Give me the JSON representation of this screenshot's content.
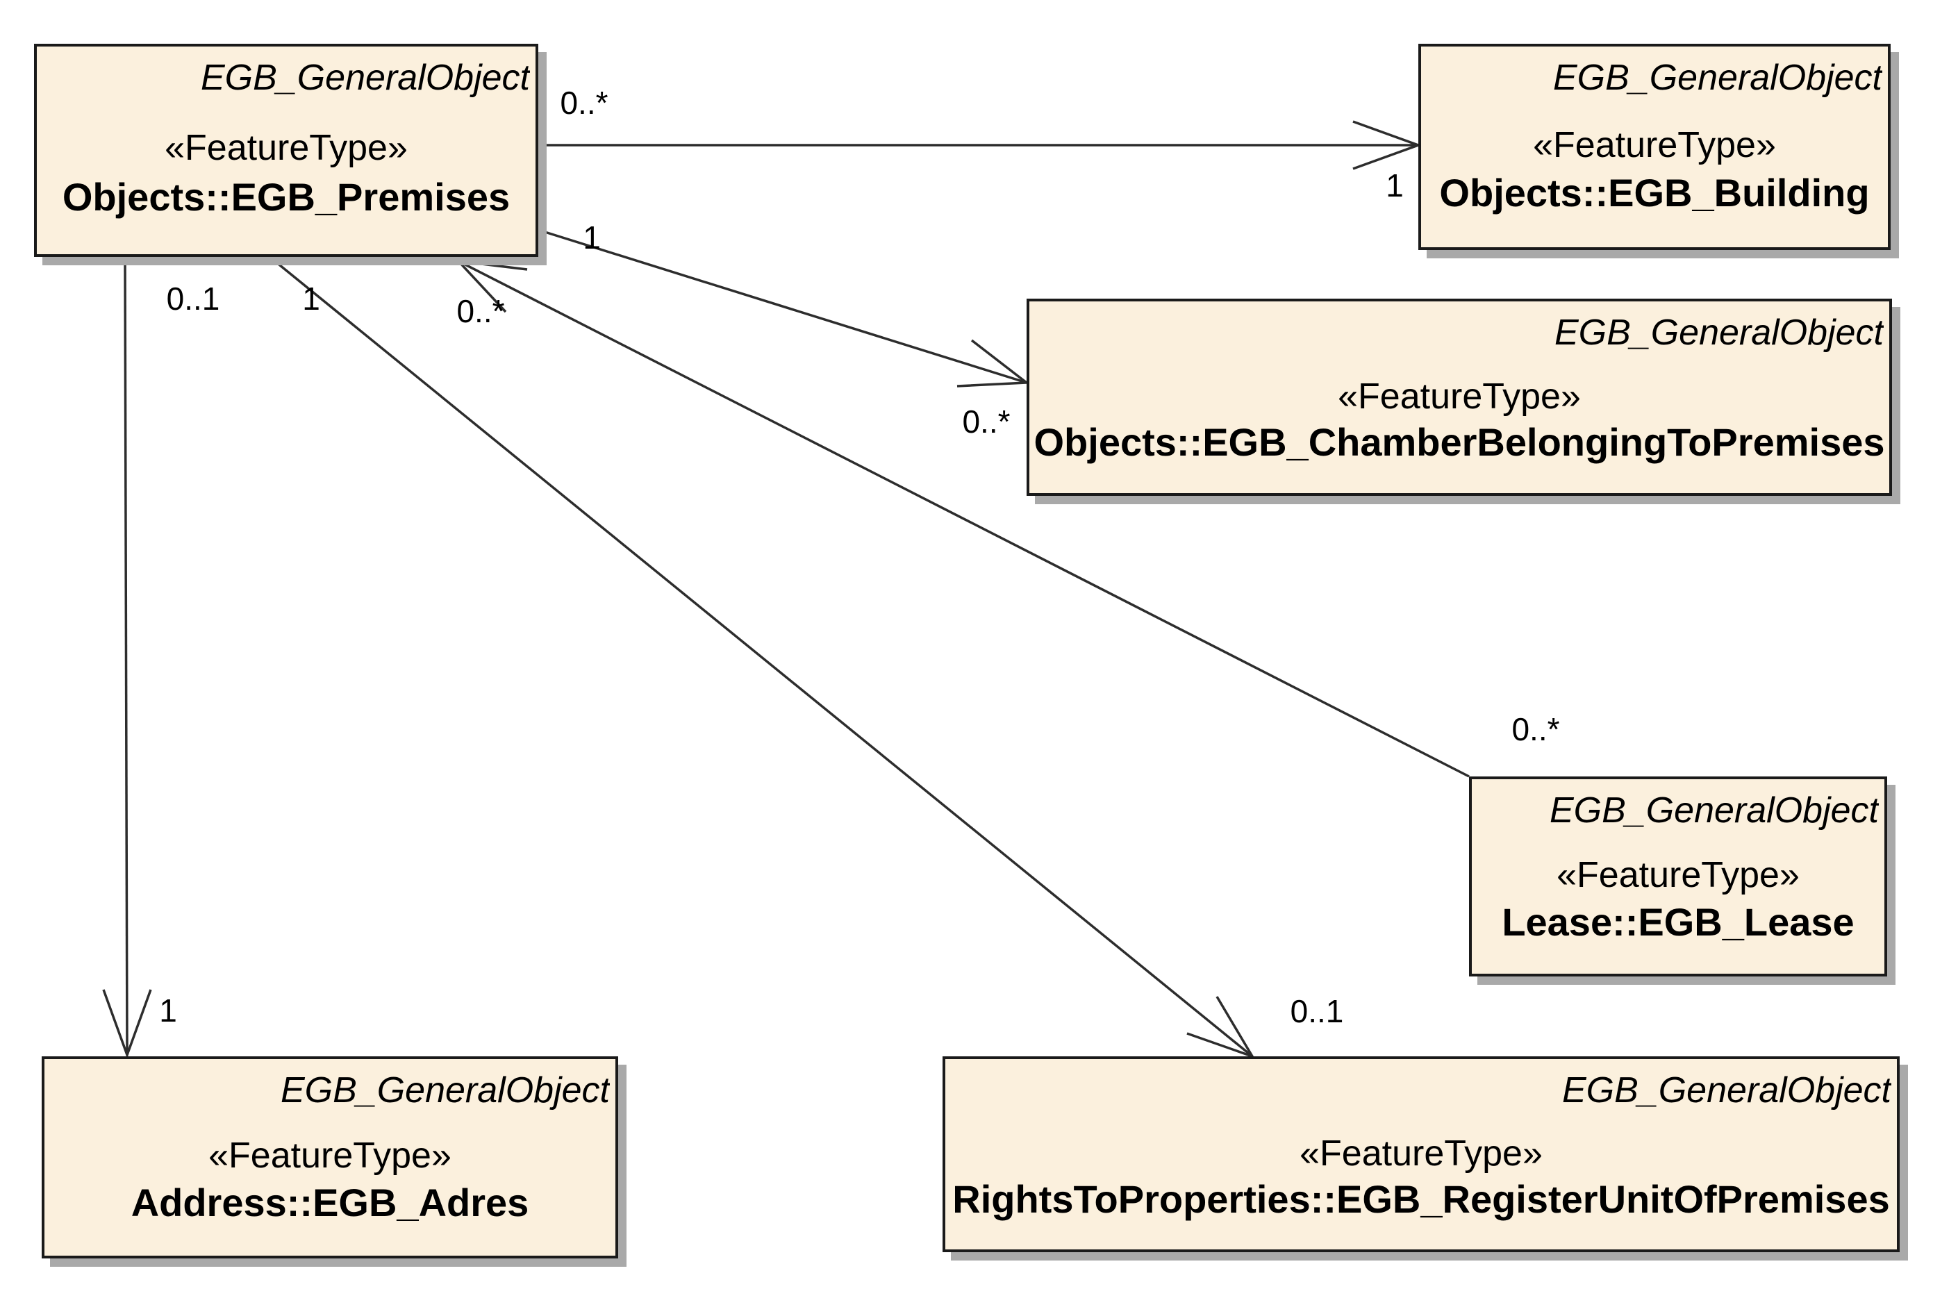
{
  "classes": [
    {
      "parent": "EGB_GeneralObject",
      "stereotype": "«FeatureType»",
      "name": "Objects::EGB_Premises"
    },
    {
      "parent": "EGB_GeneralObject",
      "stereotype": "«FeatureType»",
      "name": "Objects::EGB_Building"
    },
    {
      "parent": "EGB_GeneralObject",
      "stereotype": "«FeatureType»",
      "name": "Objects::EGB_ChamberBelongingToPremises"
    },
    {
      "parent": "EGB_GeneralObject",
      "stereotype": "«FeatureType»",
      "name": "Lease::EGB_Lease"
    },
    {
      "parent": "EGB_GeneralObject",
      "stereotype": "«FeatureType»",
      "name": "Address::EGB_Adres"
    },
    {
      "parent": "EGB_GeneralObject",
      "stereotype": "«FeatureType»",
      "name": "RightsToProperties::EGB_RegisterUnitOfPremises"
    }
  ],
  "associations": [
    {
      "from": "Objects::EGB_Premises",
      "to": "Objects::EGB_Building",
      "from_multiplicity": "0..*",
      "to_multiplicity": "1",
      "arrow_at": "target"
    },
    {
      "from": "Objects::EGB_Premises",
      "to": "Objects::EGB_ChamberBelongingToPremises",
      "from_multiplicity": "1",
      "to_multiplicity": "0..*",
      "arrow_at": "target"
    },
    {
      "from": "Objects::EGB_Premises",
      "to": "Lease::EGB_Lease",
      "from_multiplicity": "0..*",
      "to_multiplicity": "0..*",
      "arrow_at": "source"
    },
    {
      "from": "Objects::EGB_Premises",
      "to": "RightsToProperties::EGB_RegisterUnitOfPremises",
      "from_multiplicity": "1",
      "to_multiplicity": "0..1",
      "arrow_at": "target"
    },
    {
      "from": "Objects::EGB_Premises",
      "to": "Address::EGB_Adres",
      "from_multiplicity": "0..1",
      "to_multiplicity": "1",
      "arrow_at": "target"
    }
  ],
  "colors": {
    "box_fill": "#fbf0dd",
    "box_border": "#1a1a1a",
    "box_shadow": "#a9a9a9",
    "edge_line": "#2d2d2d",
    "text": "#000000"
  }
}
